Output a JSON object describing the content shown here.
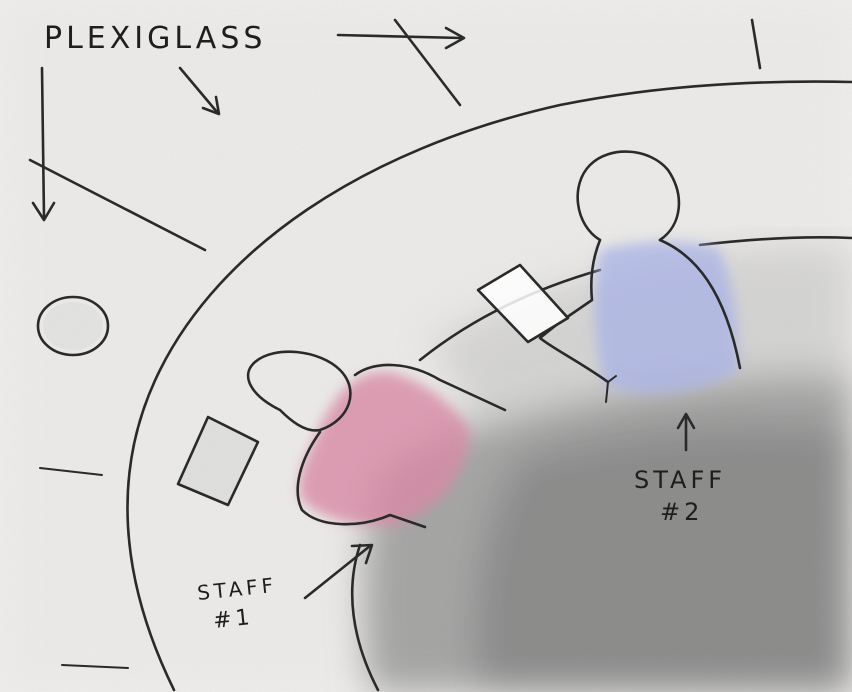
{
  "labels": {
    "plexiglass": "PLEXIGLASS",
    "staff1_line1": "STAFF",
    "staff1_line2": "#1",
    "staff2_line1": "STAFF",
    "staff2_line2": "#2"
  },
  "colors": {
    "paper": "#f2f1ef",
    "pencil": "#2a2a2a",
    "staff1_shirt": "#d88aa6",
    "staff2_shirt": "#a9b2e6",
    "floor_shade": "#8c8c8c"
  }
}
